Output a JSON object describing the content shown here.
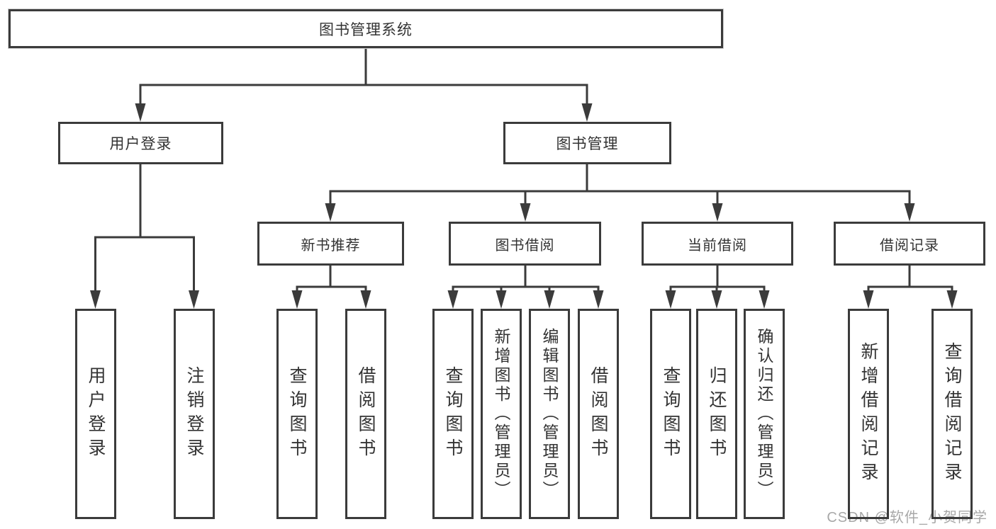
{
  "root": {
    "label": "图书管理系统"
  },
  "level2": {
    "user_login": {
      "label": "用户登录"
    },
    "book_management": {
      "label": "图书管理"
    }
  },
  "level3": {
    "new_book_recommend": {
      "label": "新书推荐"
    },
    "book_borrow": {
      "label": "图书借阅"
    },
    "current_borrow": {
      "label": "当前借阅"
    },
    "borrow_records": {
      "label": "借阅记录"
    }
  },
  "leaves": {
    "user_login": [
      "用户登录",
      "注销登录"
    ],
    "new_book_recommend": [
      "查询图书",
      "借阅图书"
    ],
    "book_borrow": [
      "查询图书",
      "新增图书（管理员）",
      "编辑图书（管理员）",
      "借阅图书"
    ],
    "current_borrow": [
      "查询图书",
      "归还图书",
      "确认归还（管理员）"
    ],
    "borrow_records": [
      "新增借阅记录",
      "查询借阅记录"
    ]
  },
  "watermark": "CSDN @软件_小贺同学",
  "colors": {
    "line": "#3b3b3b",
    "text": "#333333",
    "watermark": "#a8a8a8",
    "background": "#ffffff"
  }
}
